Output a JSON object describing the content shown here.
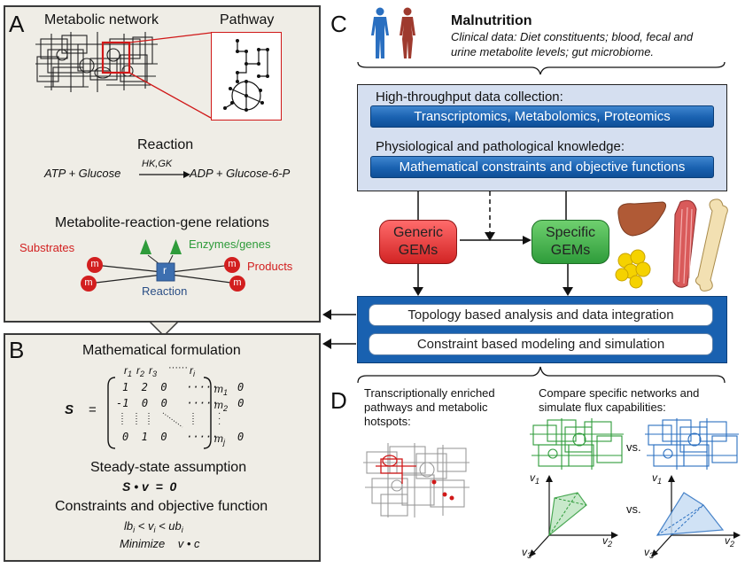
{
  "panel_a": {
    "letter": "A",
    "metabolic_network_title": "Metabolic network",
    "pathway_title": "Pathway",
    "reaction_title": "Reaction",
    "reaction_lhs": "ATP + Glucose",
    "reaction_enzyme": "HK,GK",
    "reaction_rhs": "ADP + Glucose-6-P",
    "relations_title": "Metabolite-reaction-gene relations",
    "substrates_label": "Substrates",
    "enzymes_label": "Enzymes/genes",
    "products_label": "Products",
    "reaction_node_label": "r",
    "reaction_label": "Reaction",
    "metabolite_symbol": "m"
  },
  "panel_b": {
    "letter": "B",
    "math_title": "Mathematical formulation",
    "matrix_symbol": "S",
    "equals": "=",
    "col_headers": [
      "r1",
      "r2",
      "r3",
      "ri"
    ],
    "row_labels": [
      "m1",
      "m2",
      "mj"
    ],
    "row1": "1  2  0   ·····   0",
    "row2": "-1  0  0   ·····   0",
    "row3": "0  1  0   ·····   0",
    "steady_title": "Steady-state assumption",
    "steady_eq": "S • v  =  0",
    "constraints_title": "Constraints and objective function",
    "constraint_eq": "lbi < vi < ubi",
    "minimize_eq": "Minimize    v • c"
  },
  "panel_c": {
    "letter": "C",
    "malnutrition_title": "Malnutrition",
    "clinical_text_line1": "Clinical data: Diet constituents; blood, fecal and",
    "clinical_text_line2": "urine metabolite levels; gut microbiome.",
    "htp_label": "High-throughput data collection:",
    "htp_bar": "Transcriptomics, Metabolomics, Proteomics",
    "phys_label": "Physiological and pathological knowledge:",
    "phys_bar": "Mathematical constraints and objective functions",
    "generic_gems": "Generic GEMs",
    "specific_gems": "Specific GEMs",
    "topology_bar": "Topology based analysis and data integration",
    "constraint_bar": "Constraint based modeling and simulation"
  },
  "panel_d": {
    "letter": "D",
    "left_text_line1": "Transcriptionally enriched",
    "left_text_line2": "pathways and metabolic",
    "left_text_line3": "hotspots:",
    "right_text_line1": "Compare specific networks and",
    "right_text_line2": "simulate flux capabilities:",
    "vs_label": "vs.",
    "v1": "v1",
    "v2": "v2",
    "v3": "v3"
  },
  "colors": {
    "panel_bg": "#efede6",
    "blue_bar": "#1961b0",
    "generic_red": "#e53a3a",
    "specific_green": "#3aab45",
    "metabolite_red": "#d21f1f",
    "enzyme_green": "#2e9b3a",
    "reaction_blue": "#3d6fb0"
  }
}
